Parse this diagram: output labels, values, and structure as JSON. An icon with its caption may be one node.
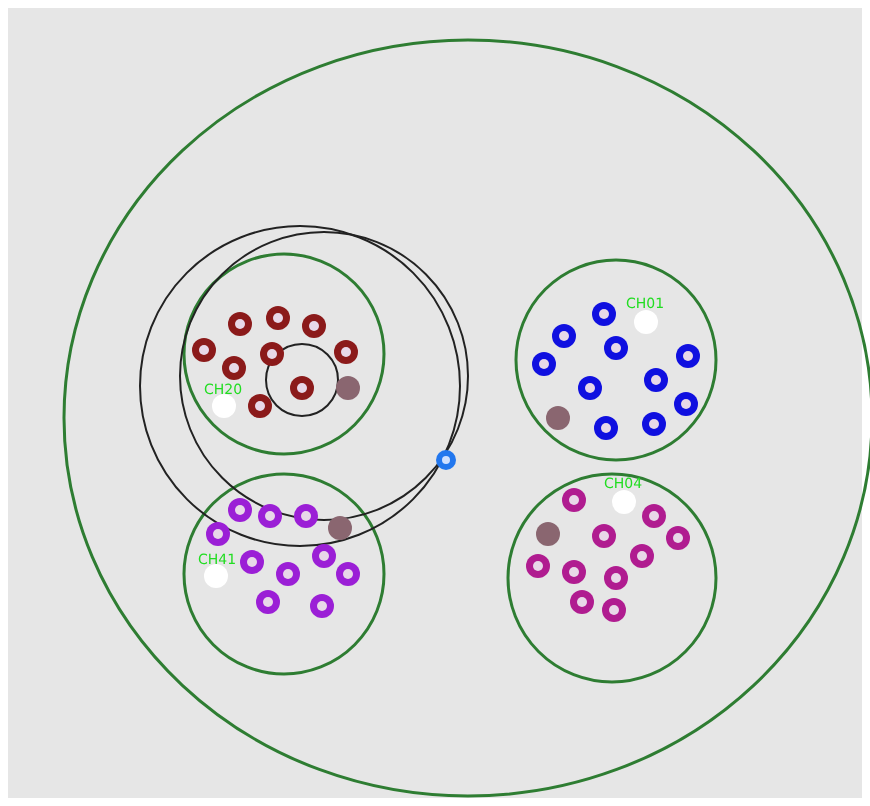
{
  "diagram": {
    "labels": [
      "CH20",
      "CH01",
      "CH41",
      "CH04"
    ]
  }
}
